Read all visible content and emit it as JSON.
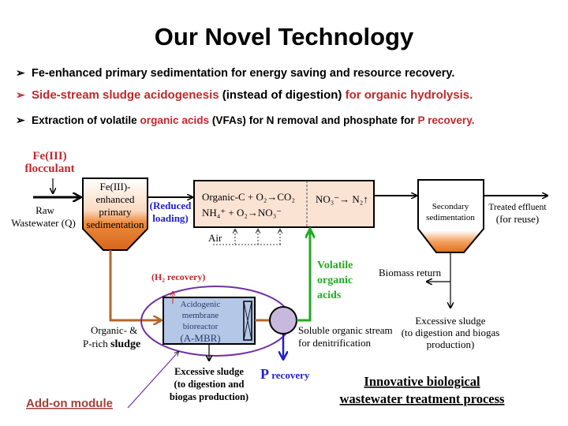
{
  "title": "Our Novel Technology",
  "bullets": [
    {
      "parts": [
        "Fe-enhanced primary sedimentation for energy saving and resource recovery."
      ]
    },
    {
      "parts": [
        "Side-stream sludge acidogenesis",
        " (instead of digestion) ",
        "for organic hydrolysis."
      ]
    },
    {
      "parts": [
        "Extraction of volatile ",
        "organic acids",
        " (VFAs) for N removal and phosphate for ",
        "P recovery."
      ]
    }
  ],
  "diagram": {
    "flocculant": [
      "Fe(III)",
      "flocculant"
    ],
    "raw_wastewater": [
      "Raw",
      "Wastewater (Q)"
    ],
    "primary_tank": [
      "Fe(III)-",
      "enhanced",
      "primary",
      "sedimentation"
    ],
    "reduced_loading": [
      "(Reduced",
      "loading)"
    ],
    "aeration": [
      "Organic-C + O₂→CO₂",
      "NH₄⁺ + O₂→NO₃⁻"
    ],
    "denitrification": "NO₃⁻→ N₂↑",
    "air": "Air",
    "secondary_tank": [
      "Secondary",
      "sedimentation"
    ],
    "effluent": [
      "Treated effluent",
      "(for reuse)"
    ],
    "biomass_return": "Biomass return",
    "excess_sludge_right": [
      "Excessive sludge",
      "(to digestion and biogas",
      "production)"
    ],
    "vfa": [
      "Volatile",
      "organic",
      "acids"
    ],
    "h2_recovery": "(H₂ recovery)",
    "ambr": [
      "Acidogenic",
      "membrane",
      "bioreactor",
      "(A-MBR)"
    ],
    "sludge_in": [
      "Organic- &",
      "P-rich ",
      "sludge"
    ],
    "soluble_stream": [
      "Soluble organic stream",
      "for denitrification"
    ],
    "p_recovery": [
      "P",
      " recovery"
    ],
    "excess_sludge_left": [
      "Excessive sludge",
      "(to digestion and",
      "biogas production)"
    ],
    "add_on": "Add-on module",
    "caption": [
      "Innovative  biological",
      "wastewater  treatment  process"
    ]
  },
  "colors": {
    "red": "#c0282d",
    "blue": "#1f1fcc",
    "green": "#22aa22",
    "brown": "#b5652a",
    "purple": "#7030a0",
    "tank_fill": "#fbe3d4",
    "ambr_fill": "#b4c7e7",
    "addon": "#a0403a"
  }
}
